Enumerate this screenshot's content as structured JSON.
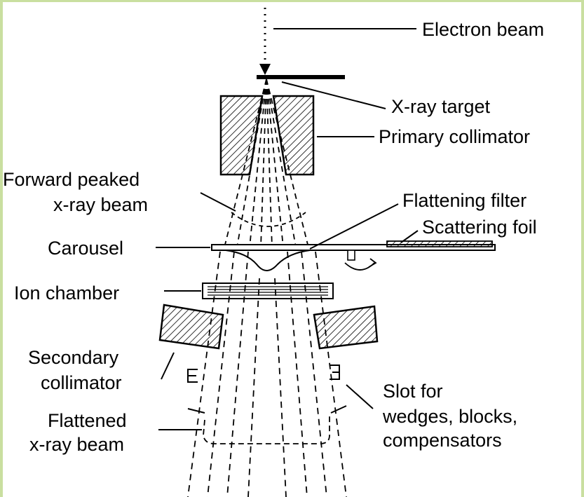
{
  "labels": {
    "electron_beam": "Electron beam",
    "xray_target": "X-ray target",
    "primary_collimator": "Primary collimator",
    "forward_peaked_1": "Forward peaked",
    "forward_peaked_2": "x-ray beam",
    "flattening_filter": "Flattening filter",
    "scattering_foil": "Scattering foil",
    "carousel": "Carousel",
    "ion_chamber": "Ion chamber",
    "secondary_collimator_1": "Secondary",
    "secondary_collimator_2": "collimator",
    "slot_1": "Slot for",
    "slot_2": "wedges, blocks,",
    "slot_3": "compensators",
    "flattened_1": "Flattened",
    "flattened_2": "x-ray beam"
  },
  "colors": {
    "frame": "#c9dfa0",
    "ink": "#000000"
  }
}
